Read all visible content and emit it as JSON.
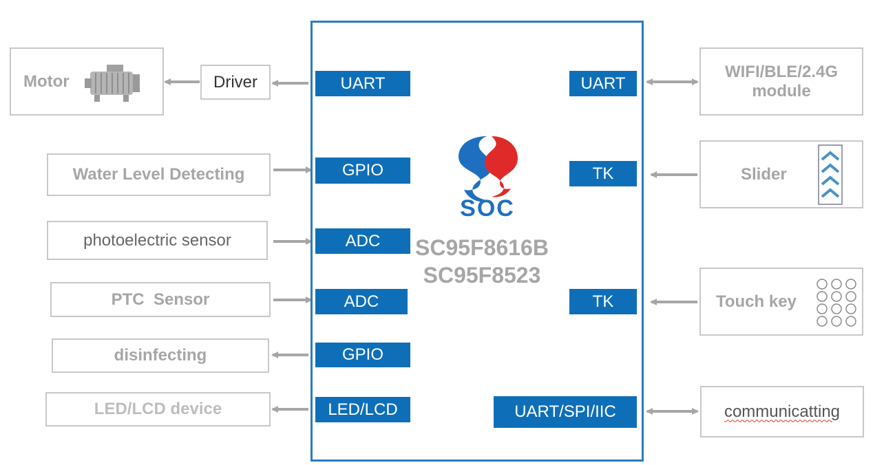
{
  "chip": {
    "model_1": "SC95F8616B",
    "model_2": "SC95F8523",
    "logo_text": "SOC"
  },
  "left_devices": {
    "motor": "Motor",
    "driver": "Driver",
    "water_level": "Water Level Detecting",
    "photoelectric": "photoelectric sensor",
    "ptc": "PTC  Sensor",
    "disinfecting": "disinfecting",
    "led_lcd_device": "LED/LCD device"
  },
  "left_pins": {
    "uart": "UART",
    "gpio_1": "GPIO",
    "adc_1": "ADC",
    "adc_2": "ADC",
    "gpio_2": "GPIO",
    "led_lcd": "LED/LCD"
  },
  "right_pins": {
    "uart": "UART",
    "tk_1": "TK",
    "tk_2": "TK",
    "uart_spi_iic": "UART/SPI/IIC"
  },
  "right_devices": {
    "wifi_line1": "WIFI/BLE/2.4G",
    "wifi_line2": "module",
    "slider": "Slider",
    "touch_key": "Touch key",
    "communicatting": "communicatting"
  },
  "colors": {
    "pin_blue": "#0e6fb8",
    "chip_border": "#2a7bc0",
    "box_border": "#c8c8c8",
    "arrow_gray": "#a6a6a6",
    "logo_red": "#e02a2a"
  }
}
